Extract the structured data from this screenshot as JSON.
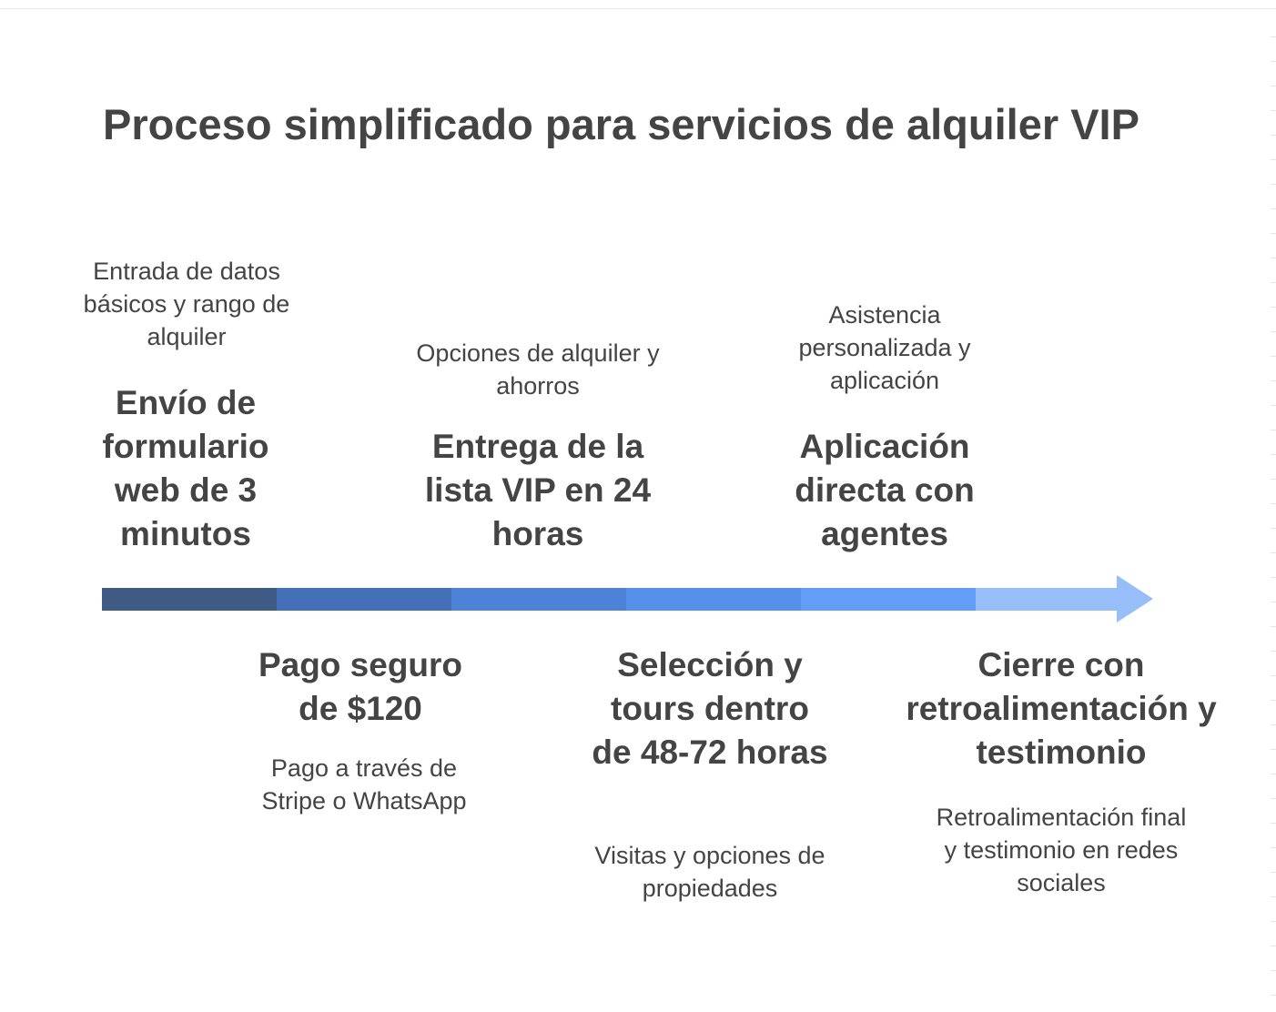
{
  "title": "Proceso simplificado para servicios de alquiler VIP",
  "steps": [
    {
      "title": "Envío de formulario web de 3 minutos",
      "description": "Entrada de datos básicos y rango de alquiler",
      "color": "#3f5b83"
    },
    {
      "title": "Pago seguro de $120",
      "description": "Pago a través de Stripe o WhatsApp",
      "color": "#4470b8"
    },
    {
      "title": "Entrega de la lista VIP en 24 horas",
      "description": "Opciones de alquiler y ahorros",
      "color": "#4d82d6"
    },
    {
      "title": "Selección y tours dentro de 48-72 horas",
      "description": "Visitas y opciones de propiedades",
      "color": "#5590ea"
    },
    {
      "title": "Aplicación directa con agentes",
      "description": "Asistencia personalizada y aplicación",
      "color": "#629ef7"
    },
    {
      "title": "Cierre con retroalimentación y testimonio",
      "description": "Retroalimentación final y testimonio en redes sociales",
      "color": "#98bef9"
    }
  ]
}
